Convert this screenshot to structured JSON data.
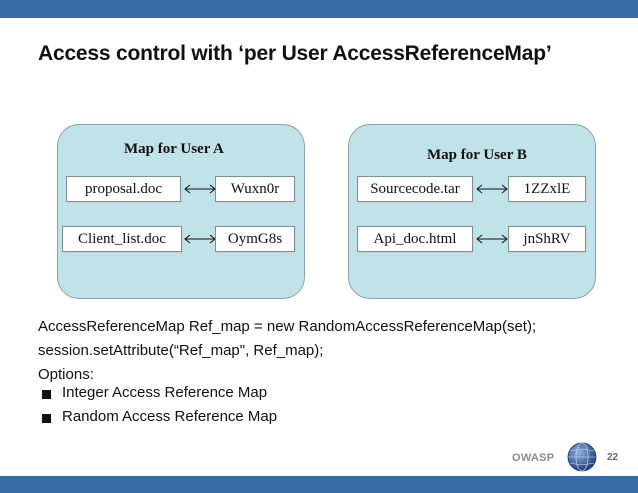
{
  "slide": {
    "title": "Access control with ‘per User AccessReferenceMap’",
    "page_number": "22",
    "footer_brand": "OWASP"
  },
  "map_a": {
    "heading": "Map for User A",
    "rows": [
      {
        "file": "proposal.doc",
        "ref": "Wuxn0r"
      },
      {
        "file": "Client_list.doc",
        "ref": "OymG8s"
      }
    ]
  },
  "map_b": {
    "heading": "Map for User B",
    "rows": [
      {
        "file": "Sourcecode.tar",
        "ref": "1ZZxlE"
      },
      {
        "file": "Api_doc.html",
        "ref": "jnShRV"
      }
    ]
  },
  "body": {
    "lines": [
      "AccessReferenceMap Ref_map = new RandomAccessReferenceMap(set);",
      "session.setAttribute(“Ref_map\", Ref_map);",
      "Options:"
    ],
    "bullets": [
      "Integer Access Reference Map",
      "Random Access Reference Map"
    ]
  },
  "colors": {
    "bar": "#3a6aa8",
    "panel_fill": "#bfe3e8",
    "panel_border": "#8aa2ab"
  },
  "icons": {
    "bullet": "square-bullet-icon",
    "arrow": "double-arrow-icon",
    "logo": "owasp-globe-icon"
  }
}
